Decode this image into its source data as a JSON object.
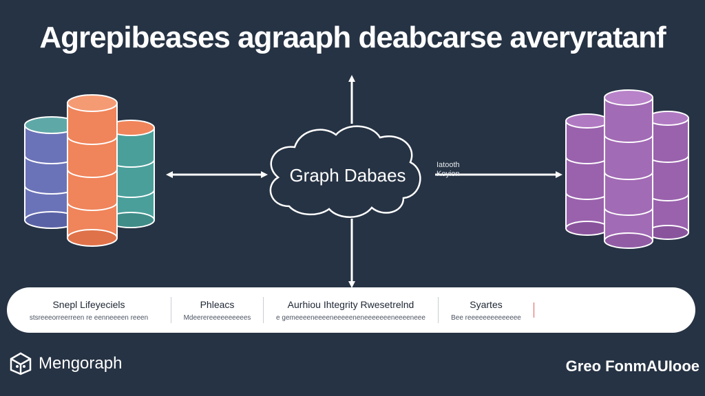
{
  "title": "Agrepibeases agraaph deabcarse averyratanf",
  "center": {
    "label": "Graph Dabaes",
    "side_note": [
      "Iatooth",
      "Keyion"
    ]
  },
  "info_bar": {
    "sections": [
      {
        "label": "Snepl Lifeyeciels",
        "sub": "stsreeeorreerreen re eenneeeen reeen"
      },
      {
        "label": "Phleacs",
        "sub": "Mdeerereeeeeeeeees"
      },
      {
        "label": "Aurhiou Ihtegrity Rwesetrelnd",
        "sub": "e gemeeeeneeeeneeeeeneneeeeeeeneeeeneee"
      },
      {
        "label": "Syartes",
        "sub": "Bee reeeeeeeeeeeeee"
      }
    ]
  },
  "brand_left": "Mengoraph",
  "brand_right": "Greo FonmAUIooe",
  "colors": {
    "background": "#263344",
    "left_db_blue": "#6b73b8",
    "left_db_orange": "#f0845a",
    "left_db_teal": "#4a9f9a",
    "right_db_purple": "#a26bb5",
    "bar_bg": "#ffffff"
  },
  "icons": {
    "brand_left": "cube-logo-icon"
  }
}
